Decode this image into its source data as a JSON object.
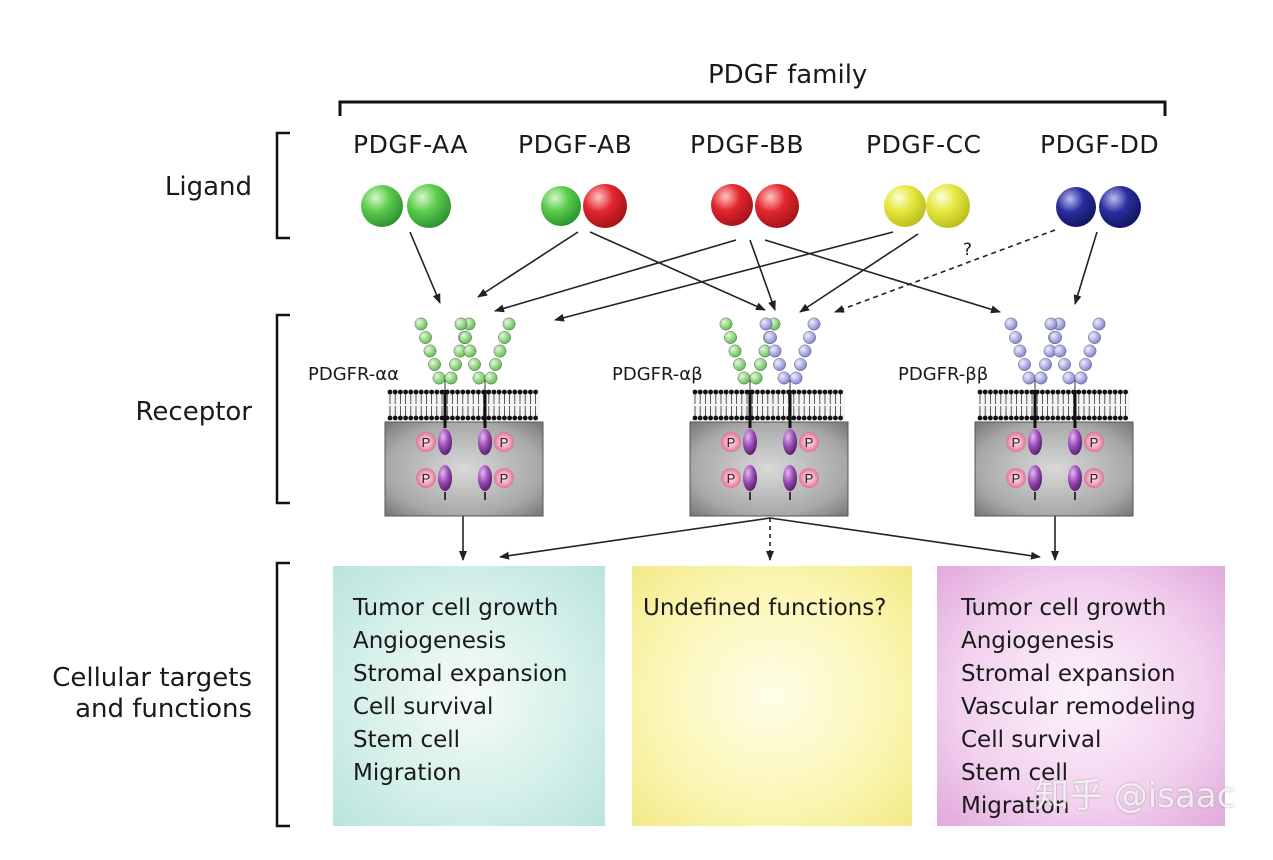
{
  "family": {
    "title": "PDGF family"
  },
  "rows": {
    "ligand": "Ligand",
    "receptor": "Receptor",
    "targets_line1": "Cellular targets",
    "targets_line2": "and functions"
  },
  "ligands": [
    {
      "name": "PDGF-AA",
      "colors": [
        "#3cb84a",
        "#3cb84a"
      ]
    },
    {
      "name": "PDGF-AB",
      "colors": [
        "#3cb84a",
        "#d8202a"
      ]
    },
    {
      "name": "PDGF-BB",
      "colors": [
        "#d8202a",
        "#d8202a"
      ]
    },
    {
      "name": "PDGF-CC",
      "colors": [
        "#e2e63a",
        "#e2e63a"
      ]
    },
    {
      "name": "PDGF-DD",
      "colors": [
        "#1f2290",
        "#1f2290"
      ]
    }
  ],
  "receptors": [
    {
      "name": "PDGFR-αα"
    },
    {
      "name": "PDGFR-αβ"
    },
    {
      "name": "PDGFR-ββ"
    }
  ],
  "question_mark": "?",
  "phospho_label": "P",
  "functions": {
    "alpha_alpha": [
      "Tumor cell growth",
      "Angiogenesis",
      "Stromal expansion",
      "Cell survival",
      "Stem cell",
      "Migration"
    ],
    "alpha_beta": [
      "Undefined functions?"
    ],
    "beta_beta": [
      "Tumor cell growth",
      "Angiogenesis",
      "Stromal expansion",
      "Vascular remodeling",
      "Cell survival",
      "Stem cell",
      "Migration"
    ]
  },
  "watermark": "知乎 @isaac",
  "colors": {
    "alpha_bead": "#7fd36a",
    "beta_bead": "#a9a8e6",
    "box_alpha": "#c9ebe4",
    "box_undefined": "#f8f3a6",
    "box_beta": "#ebc3e7"
  }
}
